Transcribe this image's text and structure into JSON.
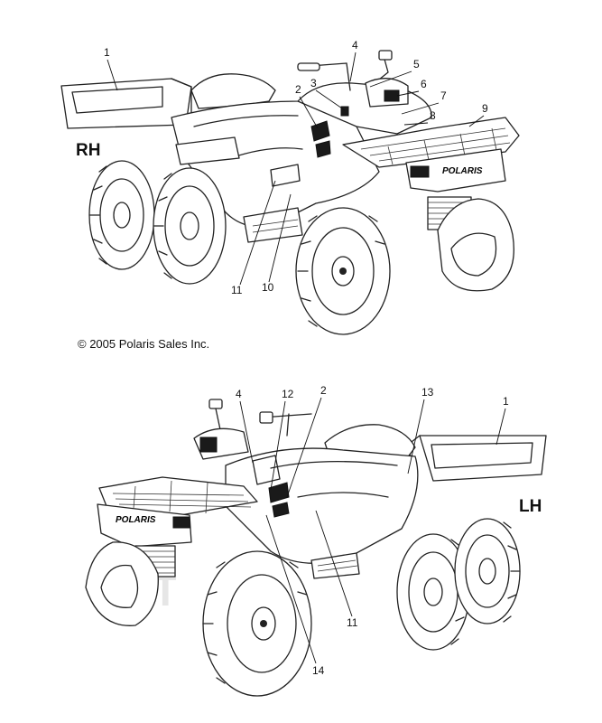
{
  "rh_view": {
    "side_label": "RH",
    "callouts": [
      "1",
      "2",
      "3",
      "4",
      "5",
      "6",
      "7",
      "8",
      "9",
      "10",
      "11"
    ]
  },
  "lh_view": {
    "side_label": "LH",
    "callouts": [
      "4",
      "12",
      "2",
      "13",
      "1",
      "11",
      "14"
    ]
  },
  "copyright": "© 2005 Polaris Sales Inc.",
  "brand_decal": "POLARIS"
}
